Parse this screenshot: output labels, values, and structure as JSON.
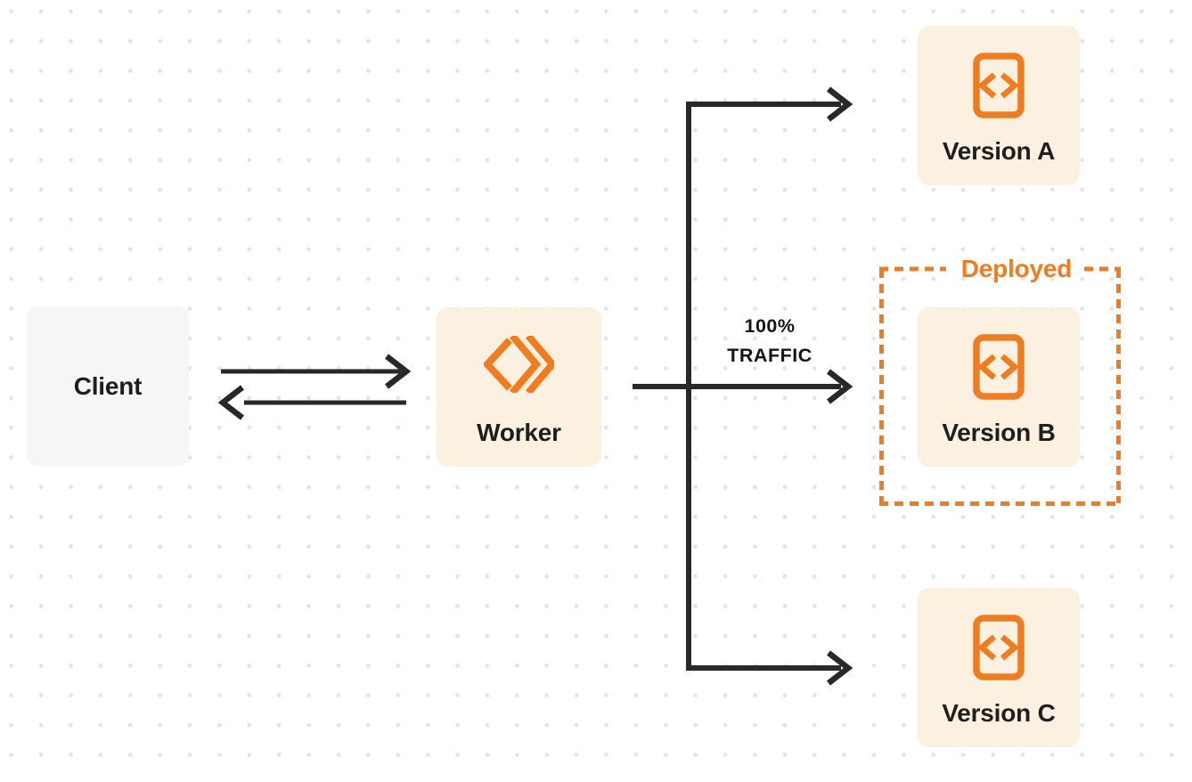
{
  "diagram": {
    "title": "worker-traffic-versions-diagram",
    "nodes": {
      "client": {
        "label": "Client"
      },
      "worker": {
        "label": "Worker"
      },
      "versions": [
        {
          "id": "version-a",
          "label": "Version A"
        },
        {
          "id": "version-b",
          "label": "Version B"
        },
        {
          "id": "version-c",
          "label": "Version C"
        }
      ]
    },
    "deployed": {
      "label": "Deployed"
    },
    "traffic": {
      "line1": "100%",
      "line2": "TRAFFIC"
    },
    "edges": [
      {
        "from": "client",
        "to": "worker",
        "style": "arrow-right"
      },
      {
        "from": "worker",
        "to": "client",
        "style": "arrow-left"
      },
      {
        "from": "worker",
        "to": "version-a",
        "style": "branch-arrow"
      },
      {
        "from": "worker",
        "to": "version-b",
        "style": "branch-arrow",
        "label": "100% TRAFFIC"
      },
      {
        "from": "worker",
        "to": "version-c",
        "style": "branch-arrow"
      }
    ],
    "icons": {
      "worker": "cloudflare-workers-logo-icon",
      "version": "code-document-icon"
    },
    "colors": {
      "accent_orange": "#ee7d22",
      "node_cream": "#fcf0e1",
      "node_gray": "#f6f6f7",
      "ink": "#282828",
      "text_dark": "#1e1e1e",
      "dot_grid": "#e4e4e4",
      "background": "#ffffff"
    }
  }
}
